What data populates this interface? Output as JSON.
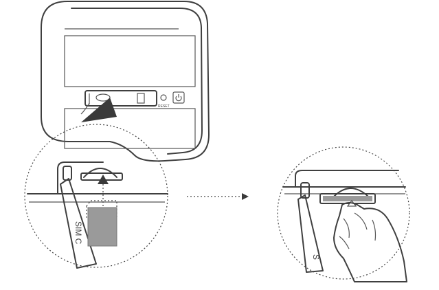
{
  "diagram": {
    "reset_label": "RESET",
    "left_card_label": "SIM C",
    "right_card_label": "S",
    "colors": {
      "line": "#3f3f3f",
      "sim_card": "#9a9a9a",
      "background": "#ffffff"
    },
    "icons": [
      "power-icon",
      "arrow-up-icon",
      "arrow-right-icon"
    ]
  }
}
